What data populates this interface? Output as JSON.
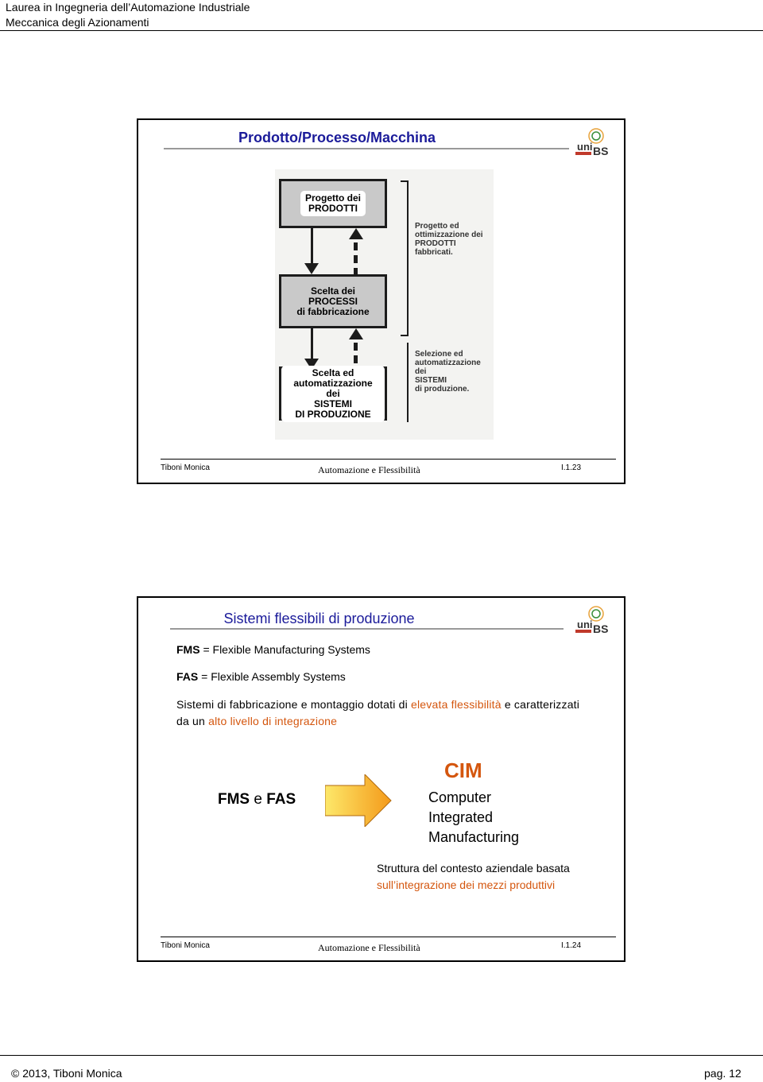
{
  "header": {
    "line1": "Laurea in Ingegneria dell’Automazione Industriale",
    "line2": "Meccanica degli Azionamenti"
  },
  "logo": {
    "uni": "uni",
    "bs": "BS"
  },
  "slide1": {
    "title": "Prodotto/Processo/Macchina",
    "boxes": [
      {
        "line1": "Progetto dei",
        "line2": "PRODOTTI",
        "line3": ""
      },
      {
        "line1": "Scelta dei",
        "line2": "PROCESSI",
        "line3": "di fabbricazione"
      },
      {
        "line1": "Scelta ed",
        "line2": "automatizzazione dei",
        "line3": "SISTEMI",
        "line4": "DI PRODUZIONE"
      }
    ],
    "notes": [
      {
        "l1": "Progetto ed",
        "l2": "ottimizzazione dei",
        "l3": "PRODOTTI",
        "l4": "fabbricati."
      },
      {
        "l1": "Selezione ed",
        "l2": "automatizzazione dei",
        "l3": "SISTEMI",
        "l4": "di produzione."
      }
    ],
    "footer": {
      "author": "Tiboni Monica",
      "center": "Automazione e Flessibilità",
      "num": "I.1.23"
    }
  },
  "slide2": {
    "title": "Sistemi flessibili di produzione",
    "fms_abbr": "FMS",
    "fms_def": "= Flexible Manufacturing Systems",
    "fas_abbr": "FAS",
    "fas_def": "= Flexible Assembly Systems",
    "body_a": "Sistemi di fabbricazione e montaggio dotati di ",
    "body_hl1": "elevata flessibilità",
    "body_b": " e caratterizzati da un ",
    "body_hl2": "alto livello di integrazione",
    "fms": "FMS",
    "e": "e",
    "fas": "FAS",
    "cim": "CIM",
    "cim_lines": [
      "Computer",
      "Integrated",
      "Manufacturing"
    ],
    "struct_a": "Struttura del contesto aziendale basata ",
    "struct_hl": "sull’integrazione dei mezzi produttivi",
    "footer": {
      "author": "Tiboni Monica",
      "center": "Automazione e Flessibilità",
      "num": "I.1.24"
    }
  },
  "page_footer": {
    "copyright": "2013, Tiboni Monica",
    "page": "pag. 12"
  },
  "colors": {
    "title": "#1b1b9a",
    "highlight": "#d4560e",
    "arrow": "#f7a21c"
  }
}
